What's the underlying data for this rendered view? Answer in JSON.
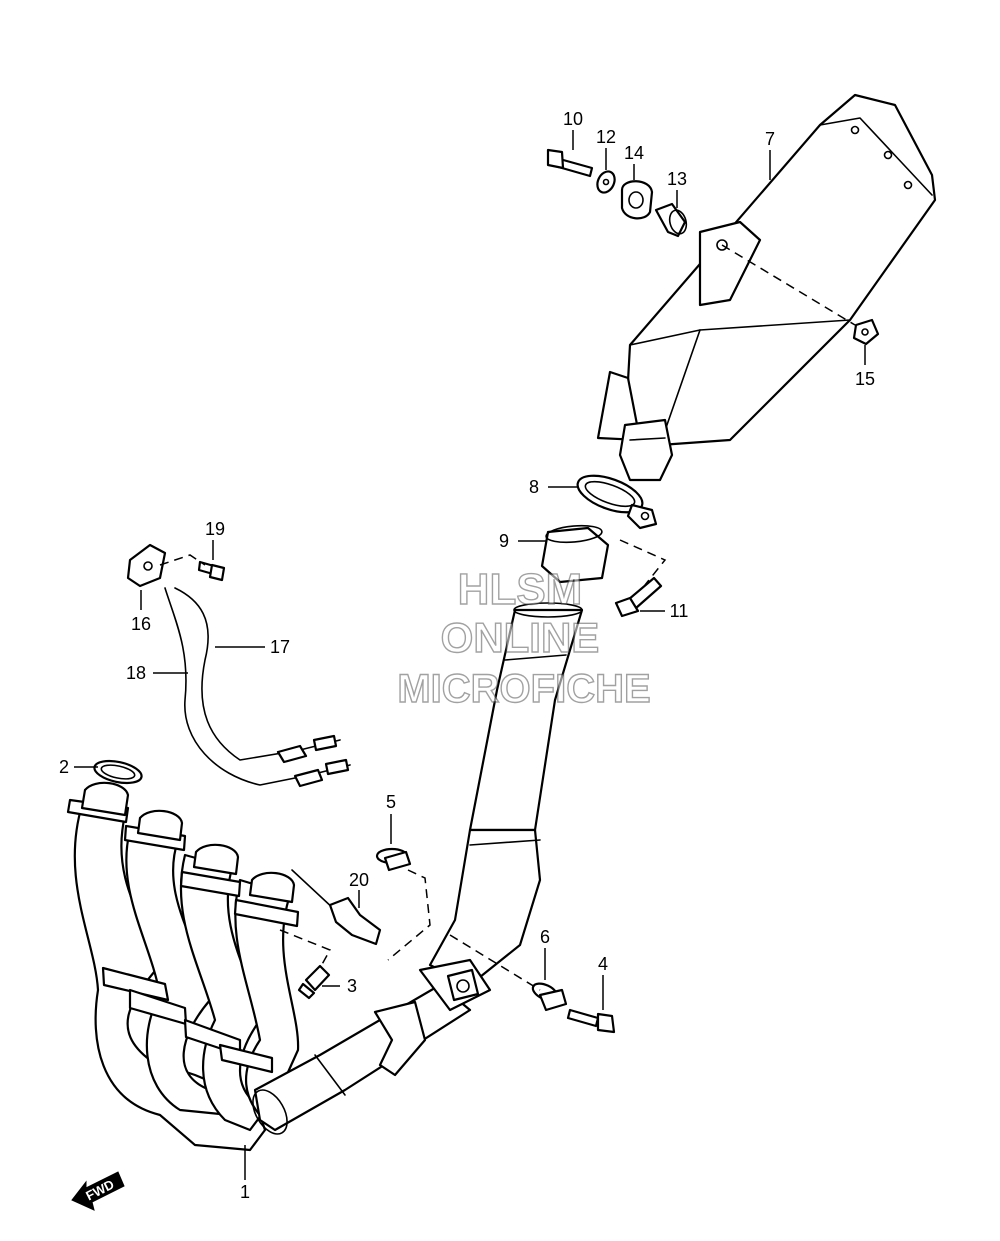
{
  "diagram": {
    "callouts": [
      "1",
      "2",
      "3",
      "4",
      "5",
      "6",
      "7",
      "8",
      "9",
      "10",
      "11",
      "12",
      "13",
      "14",
      "15",
      "16",
      "17",
      "18",
      "19",
      "20"
    ],
    "watermark": [
      "HLSM",
      "ONLINE",
      "MICROFICHE"
    ],
    "direction_label": "FWD"
  },
  "colors": {
    "line": "#000000",
    "background": "#ffffff",
    "watermark_outline": "#555555"
  }
}
